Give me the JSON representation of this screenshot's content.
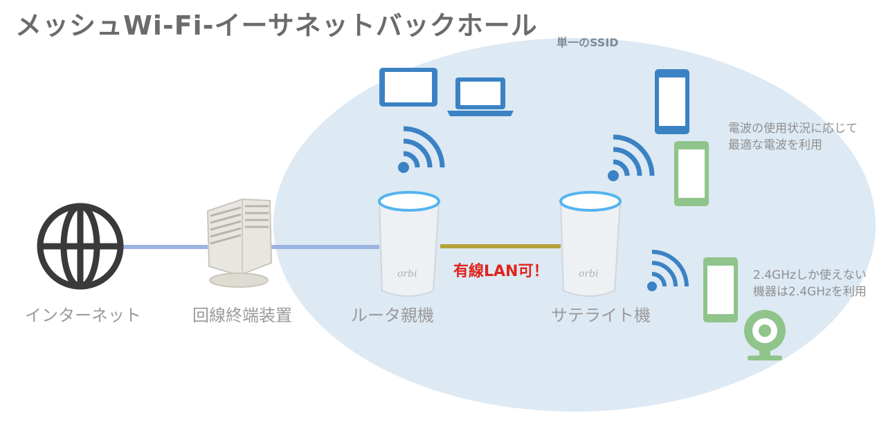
{
  "title": "メッシュWi-Fi-イーサネットバックホール",
  "ssid_label": "単一のSSID",
  "wired_label": "有線LAN可！",
  "nodes": {
    "internet": "インターネット",
    "onu": "回線終端装置",
    "router": "ルータ親機",
    "satellite": "サテライト機"
  },
  "router_brand": "orbi",
  "notes": {
    "band_steering": [
      "電波の使用状況に応じて",
      "最適な電波を利用"
    ],
    "legacy_24": [
      "2.4GHzしか使えない",
      "機器は2.4GHzを利用"
    ]
  },
  "colors": {
    "coverage": "#dde9f3",
    "link_line": "#9bb3e0",
    "backhaul_line": "#b6a03a",
    "device_blue": "#3b82c4",
    "device_green": "#8fc48a",
    "globe": "#3a3a3a"
  }
}
